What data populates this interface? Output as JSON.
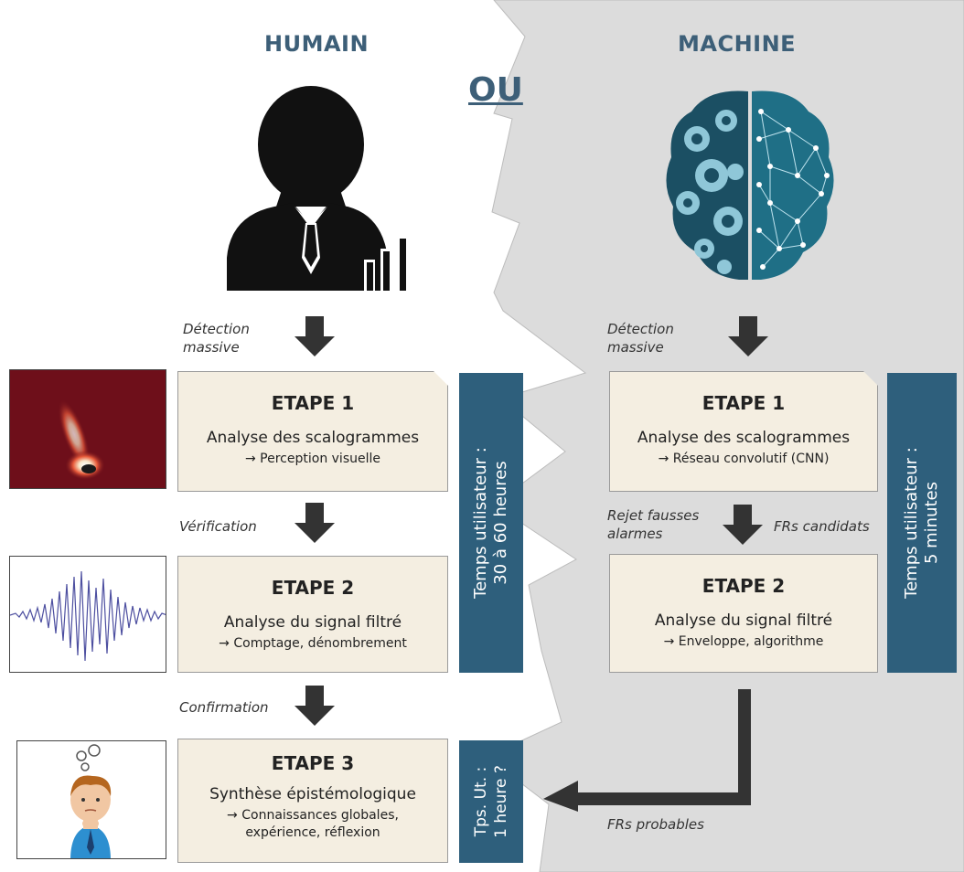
{
  "header": {
    "left_title": "HUMAIN",
    "right_title": "MACHINE",
    "separator": "OU"
  },
  "human": {
    "arrow1_label": "Détection massive",
    "arrow2_label": "Vérification",
    "arrow3_label": "Confirmation",
    "step1": {
      "title": "ETAPE 1",
      "main": "Analyse des scalogrammes",
      "sub": "→ Perception visuelle"
    },
    "step2": {
      "title": "ETAPE 2",
      "main": "Analyse du signal filtré",
      "sub": "→ Comptage, dénombrement"
    },
    "step3": {
      "title": "ETAPE 3",
      "main": "Synthèse épistémologique",
      "sub1": "→ Connaissances globales,",
      "sub2": "expérience, réflexion"
    },
    "time_line1": "Temps utilisateur :",
    "time_line2": "30 à 60 heures",
    "time3_line1": "Tps. Ut. :",
    "time3_line2": "1 heure ?"
  },
  "machine": {
    "arrow1_label": "Détection massive",
    "reject_label": "Rejet fausses alarmes",
    "candidates_label": "FRs candidats",
    "probable_label": "FRs probables",
    "step1": {
      "title": "ETAPE 1",
      "main": "Analyse des scalogrammes",
      "sub": "→ Réseau convolutif (CNN)"
    },
    "step2": {
      "title": "ETAPE 2",
      "main": "Analyse du signal filtré",
      "sub": "→ Enveloppe, algorithme"
    },
    "time_line1": "Temps utilisateur :",
    "time_line2": "5 minutes"
  },
  "colors": {
    "title": "#3d5f78",
    "bar": "#2e5f7c",
    "step_fill": "#f4eee1",
    "machine_bg": "#dcdcdc",
    "arrow": "#333333"
  }
}
